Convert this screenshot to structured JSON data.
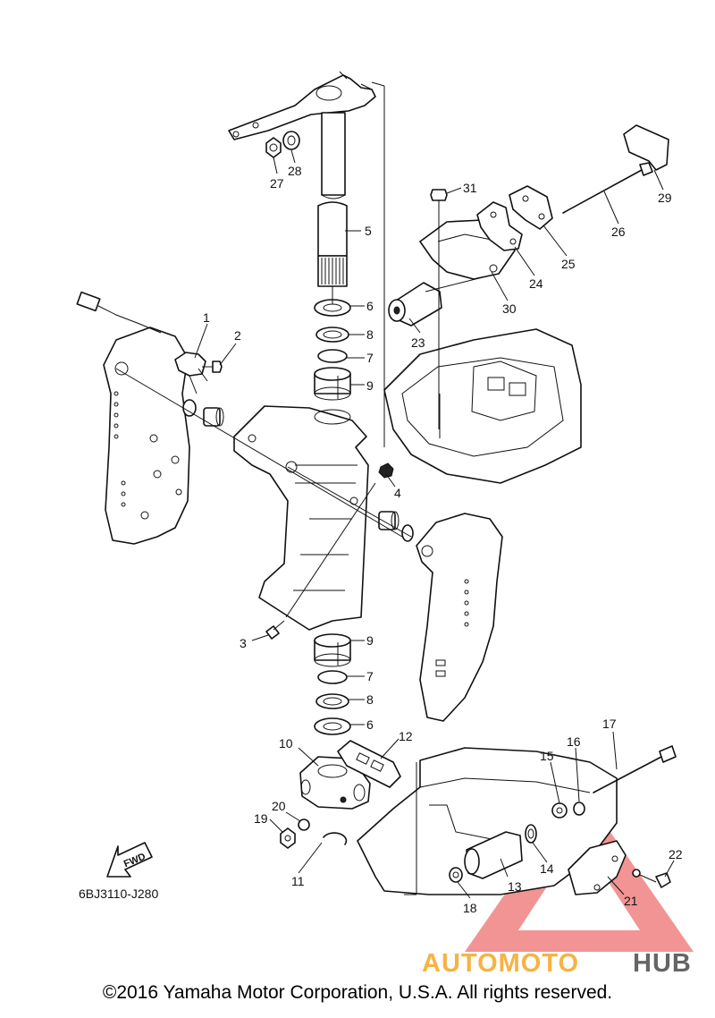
{
  "diagram_code": "6BJ3110-J280",
  "fwd_label": "FWD",
  "watermark": {
    "text_a": "AUTOMOTO",
    "text_b": "HUB",
    "color_a": "#f5a623",
    "color_b": "#555555",
    "triangle_color": "#e83e3e"
  },
  "copyright": "©2016 Yamaha Motor Corporation, U.S.A. All rights reserved.",
  "callouts": [
    {
      "id": "1",
      "label": "1"
    },
    {
      "id": "2",
      "label": "2"
    },
    {
      "id": "3",
      "label": "3"
    },
    {
      "id": "4",
      "label": "4"
    },
    {
      "id": "5",
      "label": "5"
    },
    {
      "id": "6a",
      "label": "6"
    },
    {
      "id": "6b",
      "label": "6"
    },
    {
      "id": "7a",
      "label": "7"
    },
    {
      "id": "7b",
      "label": "7"
    },
    {
      "id": "8a",
      "label": "8"
    },
    {
      "id": "8b",
      "label": "8"
    },
    {
      "id": "9a",
      "label": "9"
    },
    {
      "id": "9b",
      "label": "9"
    },
    {
      "id": "10",
      "label": "10"
    },
    {
      "id": "11",
      "label": "11"
    },
    {
      "id": "12",
      "label": "12"
    },
    {
      "id": "13",
      "label": "13"
    },
    {
      "id": "14",
      "label": "14"
    },
    {
      "id": "15",
      "label": "15"
    },
    {
      "id": "16",
      "label": "16"
    },
    {
      "id": "17",
      "label": "17"
    },
    {
      "id": "18",
      "label": "18"
    },
    {
      "id": "19",
      "label": "19"
    },
    {
      "id": "20",
      "label": "20"
    },
    {
      "id": "21",
      "label": "21"
    },
    {
      "id": "22",
      "label": "22"
    },
    {
      "id": "23",
      "label": "23"
    },
    {
      "id": "24",
      "label": "24"
    },
    {
      "id": "25",
      "label": "25"
    },
    {
      "id": "26",
      "label": "26"
    },
    {
      "id": "27",
      "label": "27"
    },
    {
      "id": "28",
      "label": "28"
    },
    {
      "id": "29",
      "label": "29"
    },
    {
      "id": "30",
      "label": "30"
    },
    {
      "id": "31",
      "label": "31"
    }
  ]
}
